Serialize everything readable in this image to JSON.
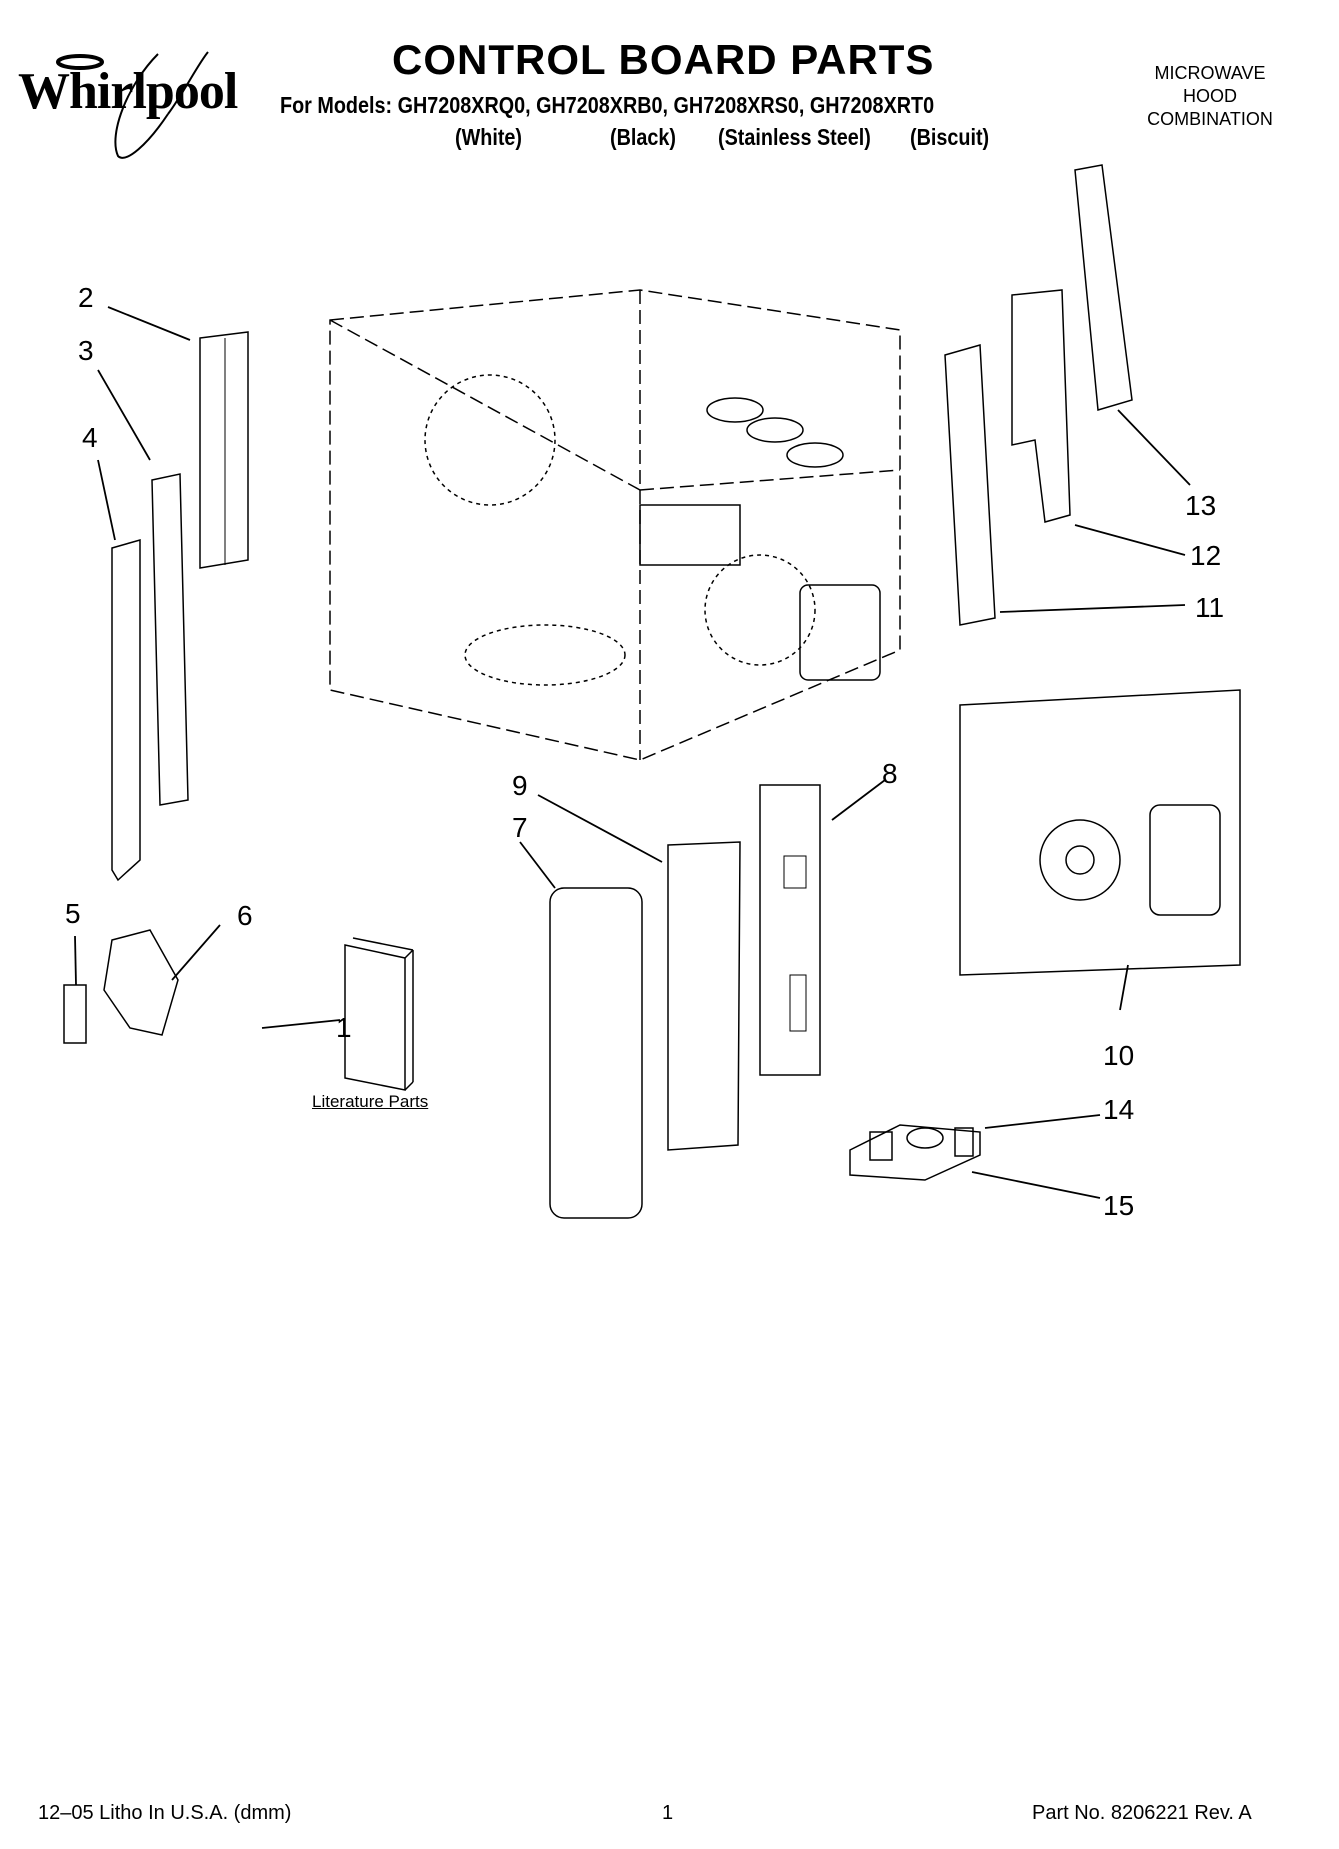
{
  "header": {
    "brand": "Whirlpool",
    "title": "CONTROL BOARD PARTS",
    "models_line": "For Models: GH7208XRQ0, GH7208XRB0, GH7208XRS0, GH7208XRT0",
    "variants": [
      "(White)",
      "(Black)",
      "(Stainless Steel)",
      "(Biscuit)"
    ],
    "product_type": [
      "MICROWAVE",
      "HOOD",
      "COMBINATION"
    ]
  },
  "callouts": [
    "1",
    "2",
    "3",
    "4",
    "5",
    "6",
    "7",
    "8",
    "9",
    "10",
    "11",
    "12",
    "13",
    "14",
    "15"
  ],
  "literature_label": "Literature Parts",
  "footer": {
    "print_info": "12–05 Litho In U.S.A. (dmm)",
    "page_number": "1",
    "part_number": "Part No. 8206221 Rev. A"
  }
}
